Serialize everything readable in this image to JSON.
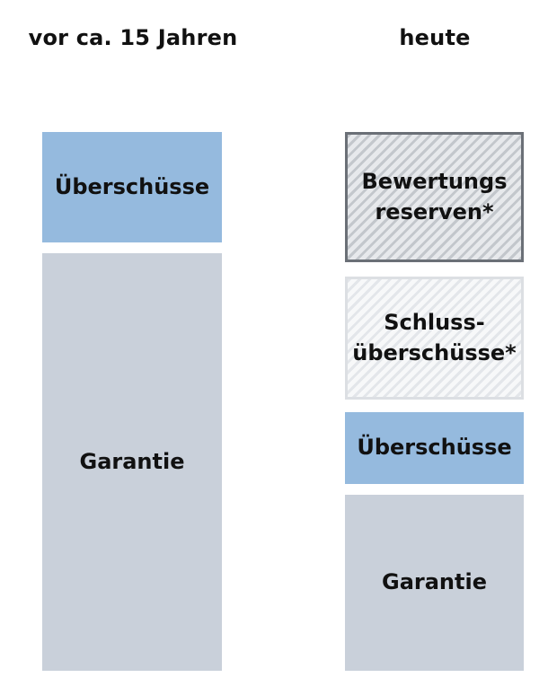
{
  "columns": {
    "left": {
      "title": "vor ca. 15 Jahren",
      "blocks": {
        "surplus": "Überschüsse",
        "guarantee": "Garantie"
      }
    },
    "right": {
      "title": "heute",
      "blocks": {
        "valuation_reserves": "Bewertungs\nreserven*",
        "final_surplus": "Schluss-\nüberschüsse*",
        "surplus": "Überschüsse",
        "guarantee": "Garantie"
      }
    }
  },
  "colors": {
    "surplus": "#95bade",
    "guarantee": "#c9d0da",
    "valuation_border": "#6b7077",
    "final_surplus_border": "#dcdfe3"
  }
}
